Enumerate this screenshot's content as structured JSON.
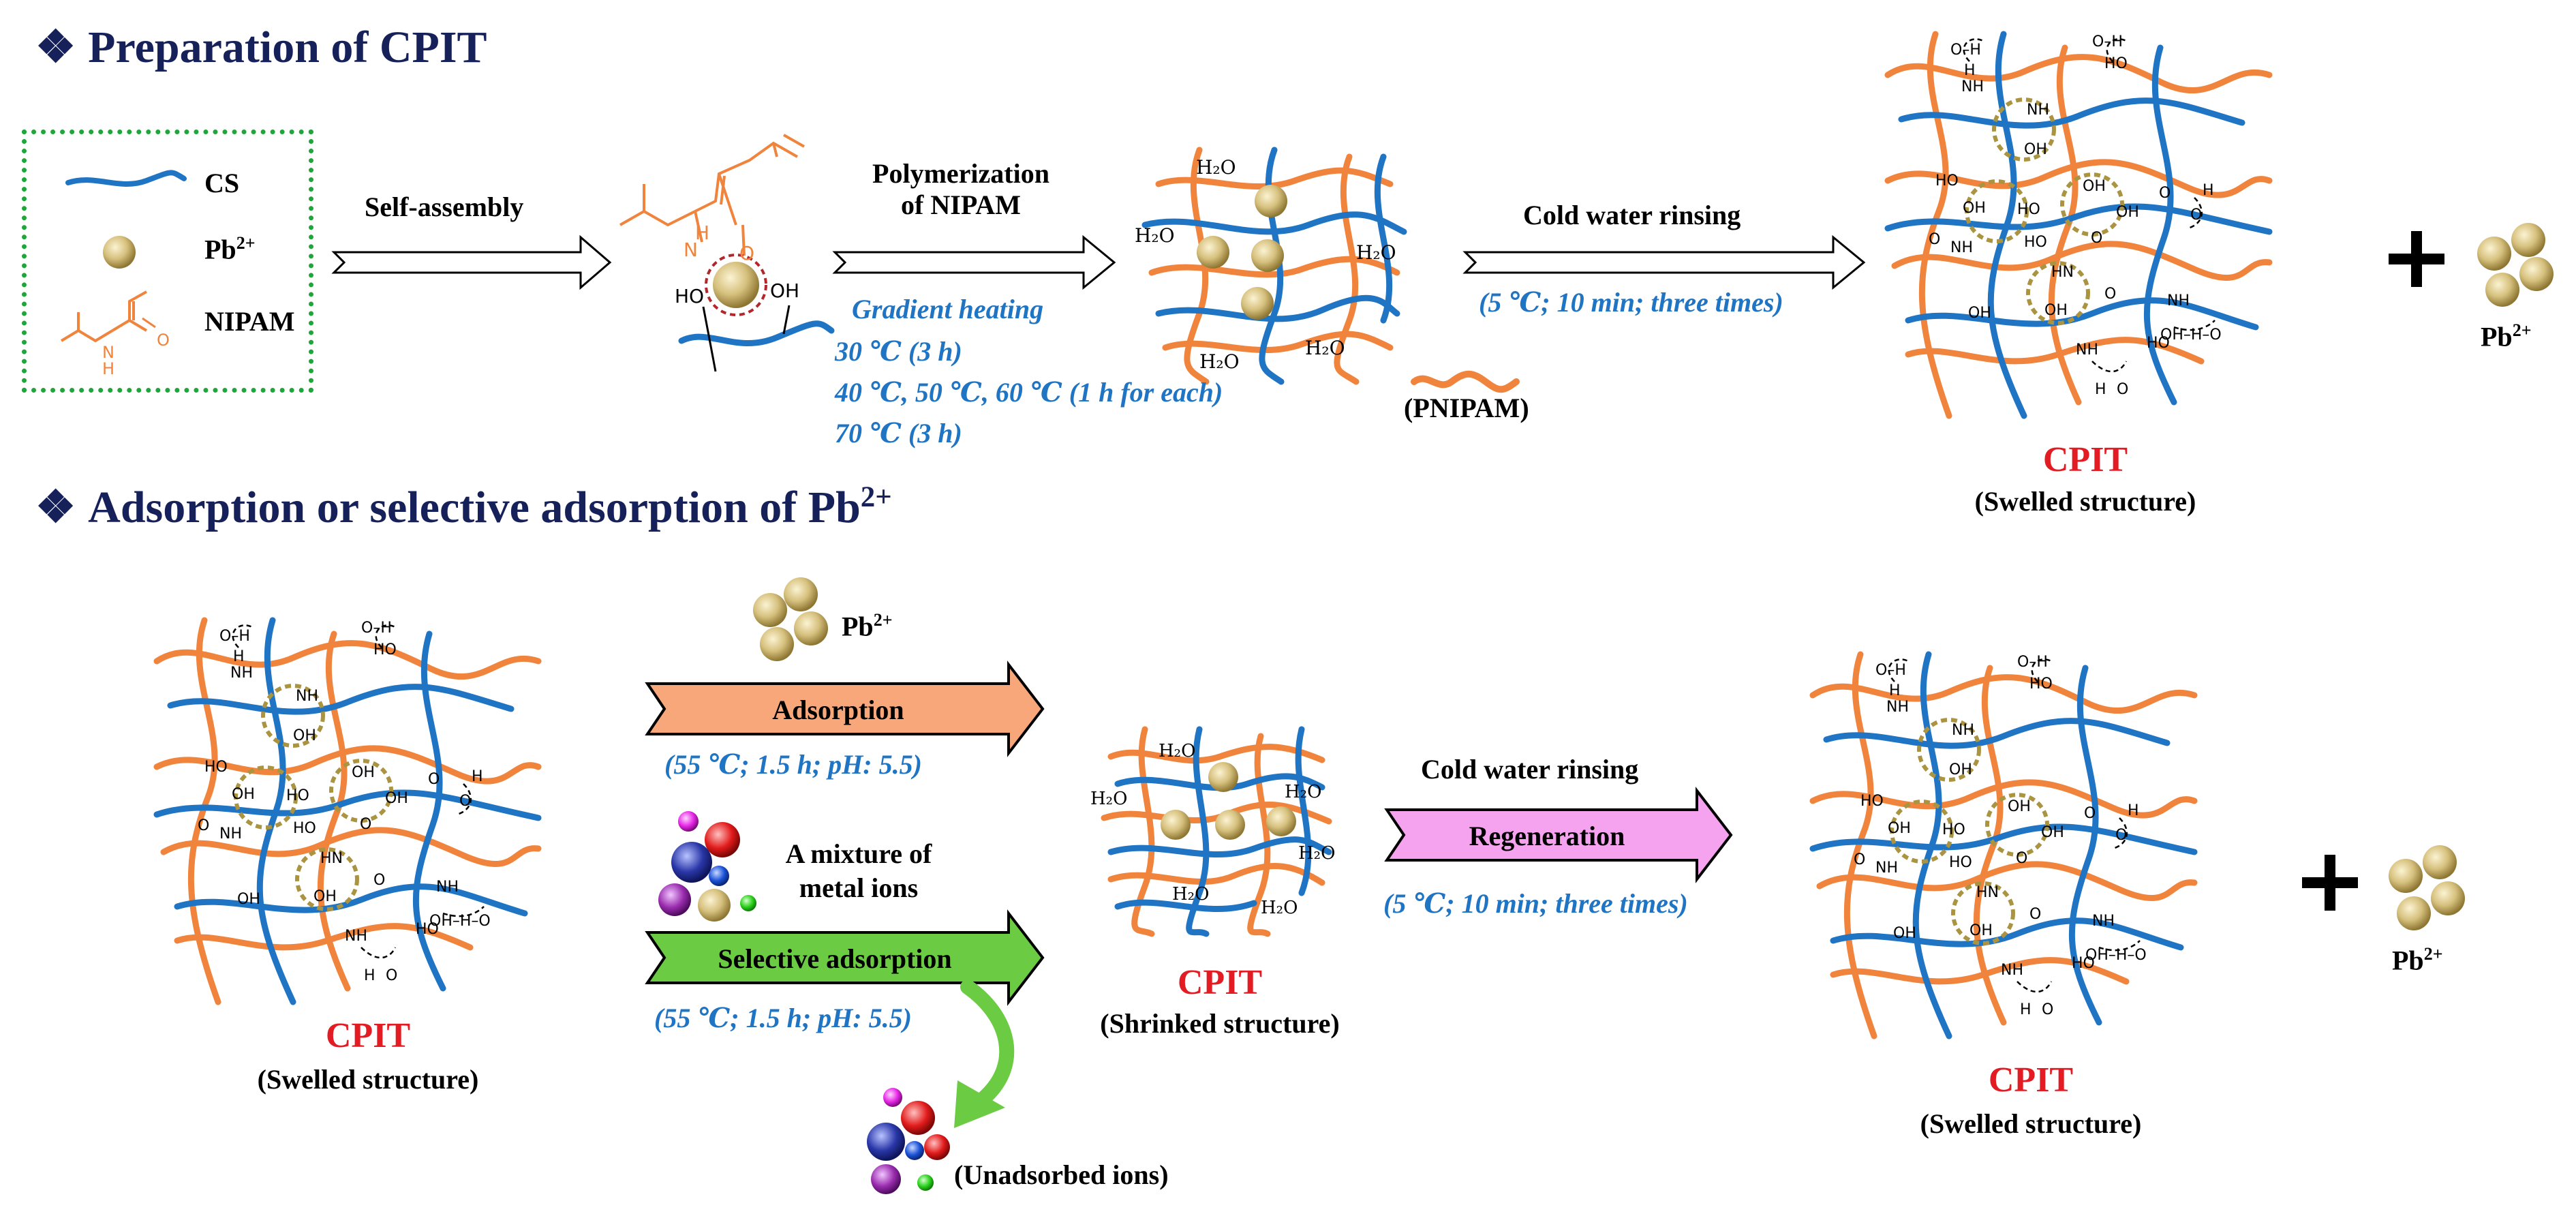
{
  "section1": {
    "marker": "❖",
    "title": "Preparation of CPIT"
  },
  "section2": {
    "marker": "❖",
    "title_main": "Adsorption or selective adsorption of Pb",
    "title_sup": "2+"
  },
  "legend": {
    "cs_label": "CS",
    "pb_label": "Pb",
    "pb_sup": "2+",
    "nipam_label": "NIPAM",
    "nipam_h": "H",
    "nipam_n": "N",
    "nipam_o": "O"
  },
  "top_flow": {
    "step1_label": "Self-assembly",
    "step2_label_line1": "Polymerization",
    "step2_label_line2": "of NIPAM",
    "heating_title": "Gradient heating",
    "heating_lines": [
      "30 ℃ (3 h)",
      "40 ℃, 50 ℃, 60 ℃ (1 h for each)",
      "70 ℃ (3 h)"
    ],
    "step3_label": "Cold water rinsing",
    "step3_conditions": "(5 ℃; 10 min; three times)",
    "pnipam_label": "(PNIPAM)",
    "complex_ho": "HO",
    "complex_oh": "OH",
    "complex_h": "H",
    "complex_n": "N",
    "complex_o": "O",
    "water_label": "H₂O",
    "product_name": "CPIT",
    "product_caption": "(Swelled structure)",
    "plus_sign": "+",
    "released_ion": "Pb",
    "released_ion_sup": "2+"
  },
  "bottom_flow": {
    "start_name": "CPIT",
    "start_caption": "(Swelled structure)",
    "pb_label": "Pb",
    "pb_sup": "2+",
    "adsorption_label": "Adsorption",
    "adsorption_conditions": "(55 ℃; 1.5 h; pH: 5.5)",
    "mixture_line1": "A mixture of",
    "mixture_line2": "metal ions",
    "selective_label": "Selective adsorption",
    "selective_conditions": "(55 ℃; 1.5 h; pH: 5.5)",
    "unadsorbed_label": "(Unadsorbed ions)",
    "middle_name": "CPIT",
    "middle_caption": "(Shrinked structure)",
    "rinse_label": "Cold water rinsing",
    "regeneration_label": "Regeneration",
    "rinse_conditions": "(5 ℃; 10 min; three times)",
    "end_name": "CPIT",
    "end_caption": "(Swelled structure)",
    "plus_sign": "+",
    "released_ion": "Pb",
    "released_ion_sup": "2+"
  },
  "network_labels": {
    "hydroxyl": "OH",
    "hydroxyl_rev": "HO",
    "amine": "NH",
    "amine_rev": "HN",
    "oxygen": "O",
    "hydrogen": "H"
  },
  "colors": {
    "heading": "#16215a",
    "chitosan": "#1f74c4",
    "pnipam": "#f0843c",
    "lead_ion": "#c9b26a",
    "condition_text": "#1f74c4",
    "cpit_text": "#e31b23",
    "legend_border": "#1fa63a",
    "adsorption_arrow": "#f7a77a",
    "selective_arrow": "#6bcb43",
    "regeneration_arrow": "#f5a2ef"
  }
}
